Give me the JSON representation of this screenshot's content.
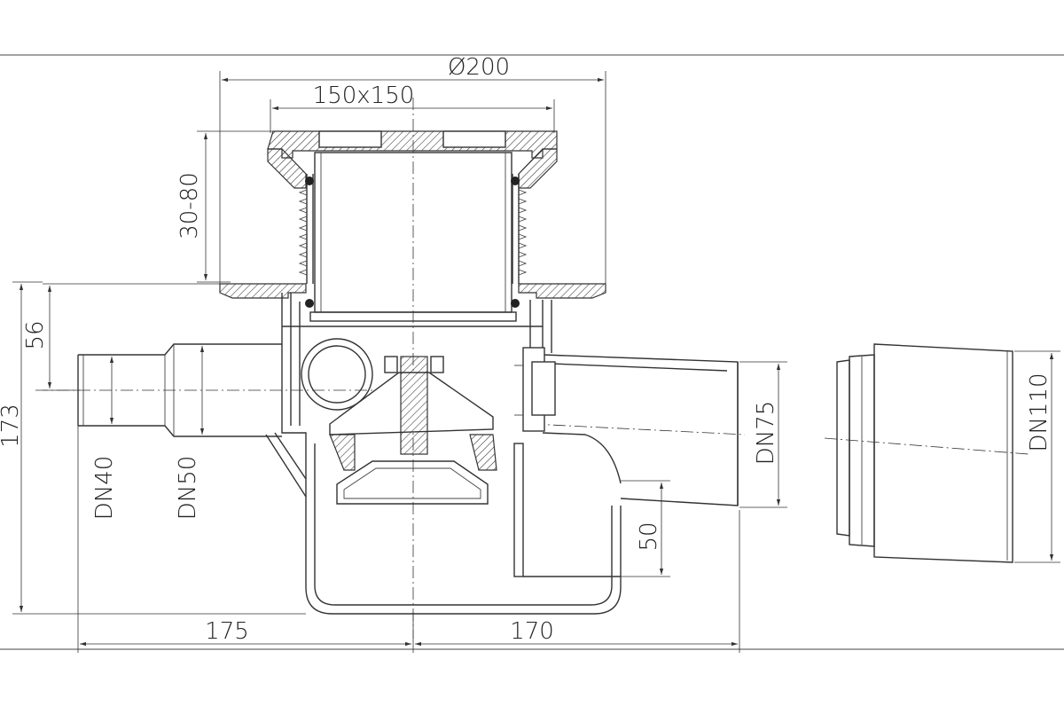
{
  "dimensions": {
    "diameter": "Ø200",
    "grate": "150x150",
    "height_adjust": "30-80",
    "inlet_height": "56",
    "total_height": "173",
    "left_width": "175",
    "right_width": "170",
    "outlet_offset": "50"
  },
  "connections": {
    "dn40": "DN40",
    "dn50": "DN50",
    "dn75": "DN75",
    "dn110": "DN110"
  }
}
